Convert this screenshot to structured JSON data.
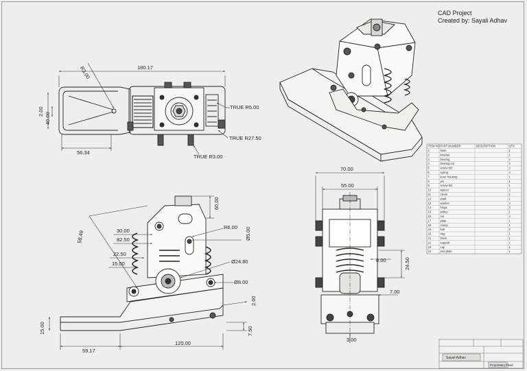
{
  "header": {
    "line1": "CAD Project",
    "line2": "Created by: Sayali Adhav"
  },
  "top_view_dims": {
    "overall_length": "180.17",
    "radius_angled": "R3.00",
    "height_a": "2.00",
    "height_b": "40.00",
    "bottom_length": "56.34",
    "true_r5": "TRUE R5.00",
    "true_r27": "TRUE R27.50",
    "true_r3": "TRUE R3.00"
  },
  "side_view_dims": {
    "d_60": "60.00",
    "d_58": "58.49",
    "d_30": "30.00",
    "d_825": "82.50",
    "d_225": "22.50",
    "d_15a": "15.00",
    "d_r6": "R6.00",
    "d_phi5": "Ø5.00",
    "d_phi248": "Ø24.80",
    "d_phi8": "Ø8.00",
    "d_2": "2.00",
    "d_15b": "15.00",
    "d_750": "7.50",
    "d_5917": "59.17",
    "d_120": "120.00"
  },
  "front_view_dims": {
    "d_70": "70.00",
    "d_55": "55.00",
    "d_8": "8.00",
    "d_245": "24.50",
    "d_7": "7.00",
    "d_3": "3.00"
  },
  "bom": {
    "headers": [
      "ITEM NO.",
      "PART NUMBER",
      "DESCRIPTION",
      "QTY."
    ],
    "rows": [
      [
        "1",
        "base",
        "",
        "1"
      ],
      [
        "2",
        "bracket",
        "",
        "1"
      ],
      [
        "3",
        "bearing",
        "",
        "2"
      ],
      [
        "4",
        "bearing ext",
        "",
        "2"
      ],
      [
        "5",
        "screw M3",
        "",
        "2"
      ],
      [
        "6",
        "spring",
        "",
        "4"
      ],
      [
        "7",
        "lever housing",
        "",
        "1"
      ],
      [
        "8",
        "pin",
        "",
        "1"
      ],
      [
        "9",
        "screw M4",
        "",
        "1"
      ],
      [
        "10",
        "spacer",
        "",
        "2"
      ],
      [
        "11",
        "clevis",
        "",
        "1"
      ],
      [
        "12",
        "shaft",
        "",
        "1"
      ],
      [
        "13",
        "washer",
        "",
        "2"
      ],
      [
        "14",
        "hinge",
        "",
        "2"
      ],
      [
        "15",
        "pulley",
        "",
        "1"
      ],
      [
        "16",
        "nut",
        "",
        "4"
      ],
      [
        "17",
        "plate",
        "",
        "1"
      ],
      [
        "18",
        "clamp",
        "",
        "1"
      ],
      [
        "19",
        "bolt",
        "",
        "2"
      ],
      [
        "20",
        "ring",
        "",
        "1"
      ],
      [
        "21",
        "block",
        "",
        "1"
      ],
      [
        "22",
        "support",
        "",
        "1"
      ],
      [
        "23",
        "cap",
        "",
        "1"
      ],
      [
        "24",
        "end plate",
        "",
        "1"
      ]
    ]
  },
  "title_block": {
    "author": "Sayali Adhav",
    "company": "Proprietary Feed"
  }
}
